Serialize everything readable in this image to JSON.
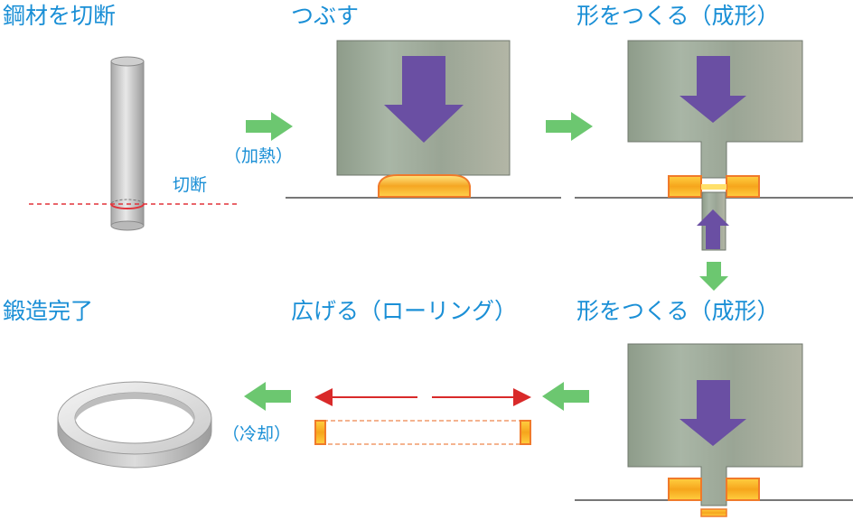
{
  "steps": {
    "cut": "鋼材を切断",
    "crush": "つぶす",
    "form1": "形をつくる（成形）",
    "form2": "形をつくる（成形）",
    "roll": "広げる（ローリング）",
    "done": "鍛造完了"
  },
  "annotations": {
    "cut_point": "切断",
    "heating": "（加熱）",
    "cooling": "（冷却）"
  },
  "colors": {
    "label_blue": "#1a8fd6",
    "arrow_green": "#6cc770",
    "press_arrow_purple": "#6a4fa3",
    "cut_line_red": "#e2323a",
    "hot_orange": "#f7b733",
    "roll_arrow_red": "#d92a2a"
  }
}
